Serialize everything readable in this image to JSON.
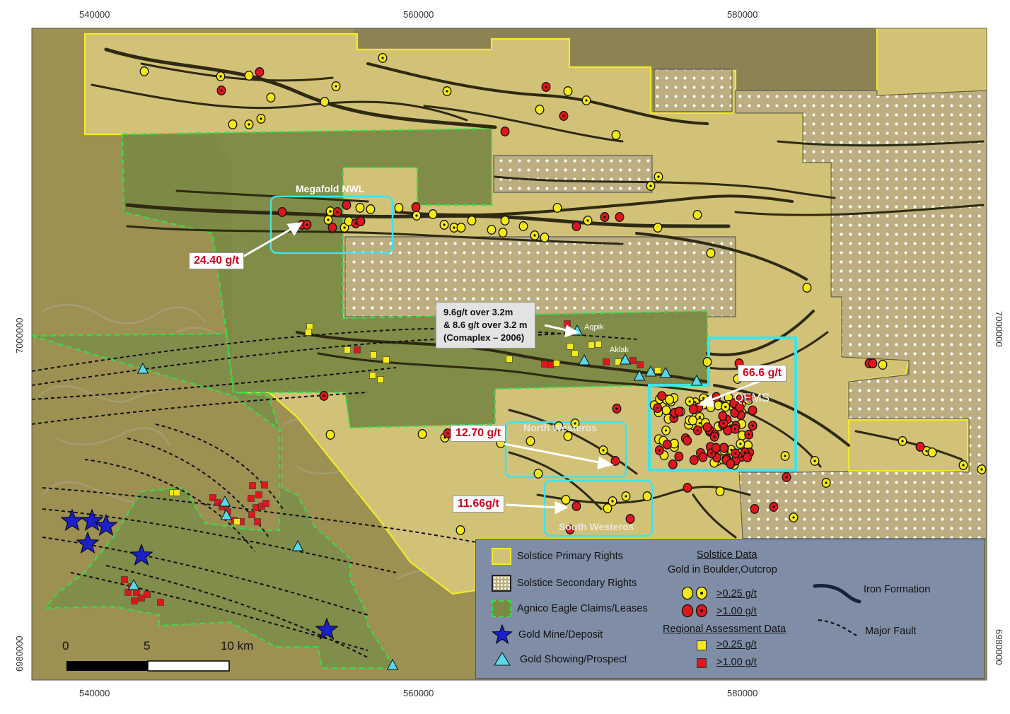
{
  "map": {
    "x_ticks": [
      "540000",
      "560000",
      "580000"
    ],
    "y_ticks": [
      "7000000",
      "6980000"
    ],
    "labels": {
      "megafold": "Megafold NWL",
      "north_westeros": "North Westeros",
      "south_westeros": "South Westeros",
      "qems": "QEMS",
      "aqpik": "Aqpik",
      "aklak": "Aklak"
    },
    "callouts": {
      "c1": "24.40 g/t",
      "c2": "66.6 g/t",
      "c3": "12.70 g/t",
      "c4": "11.66g/t"
    },
    "note": {
      "line1": "9.6g/t over 3.2m",
      "line2": "& 8.6 g/t over 3.2 m",
      "line3": "(Comaplex – 2006)"
    },
    "scale": {
      "l0": "0",
      "l5": "5",
      "l10": "10 km"
    },
    "colors": {
      "primary_fill": "#d2c278",
      "primary_border": "#f3ea2a",
      "agnico_fill": "#7c8a46",
      "agnico_border": "#34e04a",
      "background": "#9c9152",
      "cyan_box": "#3fe3e8",
      "high_grade": "#e0161c",
      "low_grade": "#f6ea14"
    }
  },
  "legend": {
    "primary": "Solstice Primary Rights",
    "secondary": "Solstice Secondary Rights",
    "agnico": "Agnico Eagle Claims/Leases",
    "mine": "Gold Mine/Deposit",
    "showing": "Gold Showing/Prospect",
    "solstice_title": "Solstice Data",
    "solstice_sub": "Gold in Boulder,Outcrop",
    "sol_low": ">0.25 g/t",
    "sol_high": ">1.00 g/t",
    "regional_title": "Regional Assessment Data",
    "reg_low": ">0.25 g/t",
    "reg_high": ">1.00 g/t",
    "iron": "Iron Formation",
    "fault": "Major Fault"
  }
}
